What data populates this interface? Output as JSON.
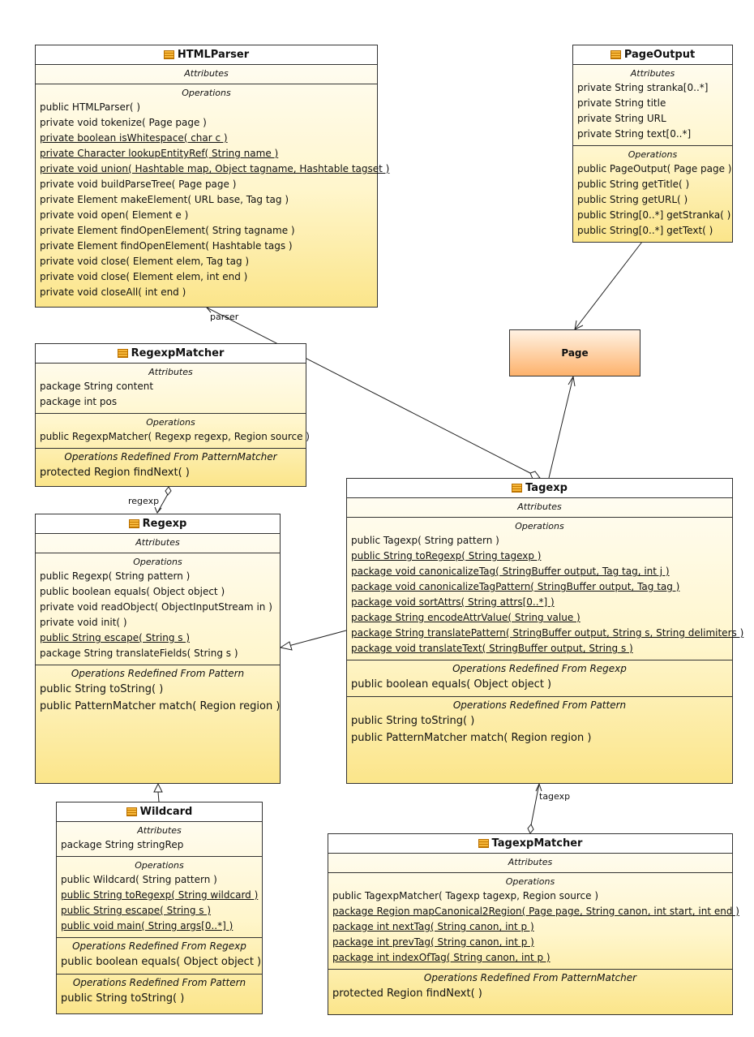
{
  "classes": {
    "htmlparser": {
      "name": "HTMLParser",
      "attributes_label": "Attributes",
      "operations_label": "Operations",
      "operations": [
        "public HTMLParser(  )",
        "private void  tokenize( Page page )",
        "private boolean  isWhitespace( char c )",
        "private Character  lookupEntityRef( String name )",
        "private void  union( Hashtable map, Object tagname, Hashtable tagset )",
        "private void  buildParseTree( Page page )",
        "private Element  makeElement( URL base, Tag tag )",
        "private void  open( Element e )",
        "private Element  findOpenElement( String tagname )",
        "private Element  findOpenElement( Hashtable tags )",
        "private void  close( Element elem, Tag tag )",
        "private void  close( Element elem, int end )",
        "private void  closeAll( int end )"
      ]
    },
    "pageoutput": {
      "name": "PageOutput",
      "attributes_label": "Attributes",
      "attributes": [
        "private String stranka[0..*]",
        "private String title",
        "private String URL",
        "private String text[0..*]"
      ],
      "operations_label": "Operations",
      "operations": [
        "public PageOutput( Page page )",
        "public String  getTitle(  )",
        "public String  getURL(  )",
        "public String[0..*]  getStranka(  )",
        "public String[0..*]  getText(  )"
      ]
    },
    "page": {
      "name": "Page"
    },
    "regexpmatcher": {
      "name": "RegexpMatcher",
      "attributes_label": "Attributes",
      "attributes": [
        "package String content",
        "package int pos"
      ],
      "operations_label": "Operations",
      "operations": [
        "public RegexpMatcher( Regexp regexp, Region source )"
      ],
      "redefined_label": "Operations Redefined From PatternMatcher",
      "redefined": [
        "protected Region  findNext(  )"
      ]
    },
    "regexp": {
      "name": "Regexp",
      "attributes_label": "Attributes",
      "operations_label": "Operations",
      "operations": [
        "public Regexp( String pattern )",
        "public boolean  equals( Object object )",
        "private void  readObject( ObjectInputStream in )",
        "private void  init(  )",
        "public String  escape( String s )",
        "package String  translateFields( String s )"
      ],
      "redefined_label": "Operations Redefined From Pattern",
      "redefined": [
        "public String  toString(  )",
        "public PatternMatcher  match( Region region )"
      ]
    },
    "tagexp": {
      "name": "Tagexp",
      "attributes_label": "Attributes",
      "operations_label": "Operations",
      "operations": [
        "public Tagexp( String pattern )",
        "public String  toRegexp( String tagexp )",
        "package void  canonicalizeTag( StringBuffer output, Tag tag, int j )",
        "package void  canonicalizeTagPattern( StringBuffer output, Tag tag )",
        "package void  sortAttrs( String attrs[0..*] )",
        "package String  encodeAttrValue( String value )",
        "package String  translatePattern( StringBuffer output, String s, String delimiters )",
        "package void  translateText( StringBuffer output, String s )"
      ],
      "redefined1_label": "Operations Redefined From Regexp",
      "redefined1": [
        "public boolean  equals( Object object )"
      ],
      "redefined2_label": "Operations Redefined From Pattern",
      "redefined2": [
        "public String  toString(  )",
        "public PatternMatcher  match( Region region )"
      ]
    },
    "wildcard": {
      "name": "Wildcard",
      "attributes_label": "Attributes",
      "attributes": [
        "package String stringRep"
      ],
      "operations_label": "Operations",
      "operations": [
        "public Wildcard( String pattern )",
        "public String  toRegexp( String wildcard )",
        "public String  escape( String s )",
        "public void  main( String args[0..*] )"
      ],
      "redefined1_label": "Operations Redefined From Regexp",
      "redefined1": [
        "public boolean  equals( Object object )"
      ],
      "redefined2_label": "Operations Redefined From Pattern",
      "redefined2": [
        "public String  toString(  )"
      ]
    },
    "tagexpmatcher": {
      "name": "TagexpMatcher",
      "attributes_label": "Attributes",
      "operations_label": "Operations",
      "operations": [
        "public TagexpMatcher( Tagexp tagexp, Region source )",
        "package Region  mapCanonical2Region( Page page, String canon, int start, int end )",
        "package int  nextTag( String canon, int p )",
        "package int  prevTag( String canon, int p )",
        "package int  indexOfTag( String canon, int p )"
      ],
      "redefined_label": "Operations Redefined From PatternMatcher",
      "redefined": [
        "protected Region  findNext(  )"
      ]
    }
  },
  "roles": {
    "parser": "parser",
    "regexp": "regexp",
    "tagexp": "tagexp"
  }
}
